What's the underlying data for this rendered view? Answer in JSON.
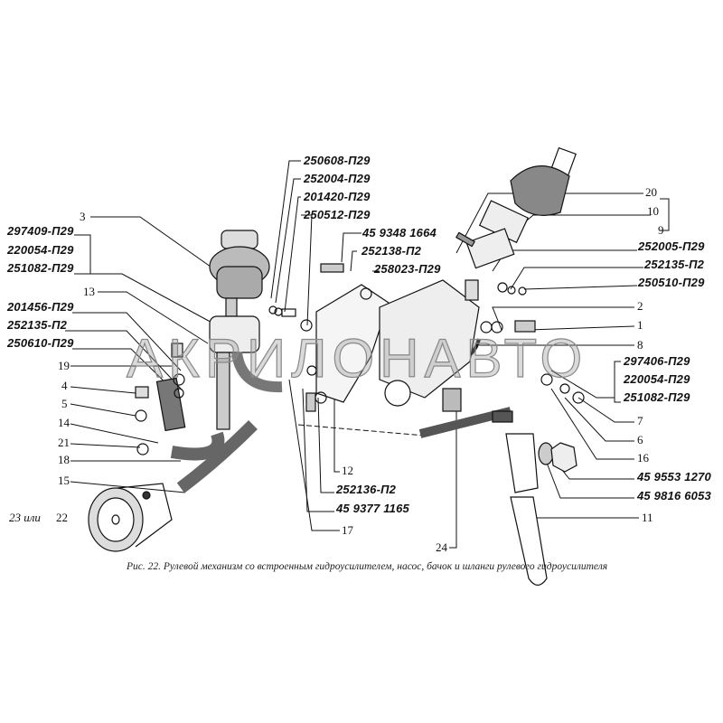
{
  "figure": {
    "caption": "Рис. 22. Рулевой механизм со встроенным гидроусилителем, насос, бачок и шланги рулевого гидроусилителя",
    "watermark": "АКРИЛОНАВТО"
  },
  "left_labels": [
    "3",
    "297409-П29",
    "220054-П29",
    "251082-П29",
    "13",
    "201456-П29",
    "252135-П2",
    "250610-П29",
    "19",
    "4",
    "5",
    "14",
    "21",
    "18",
    "15",
    "23 или",
    "22"
  ],
  "top_labels": [
    "250608-П29",
    "252004-П29",
    "201420-П29",
    "250512-П29",
    "45 9348 1664",
    "252138-П2",
    "258023-П29"
  ],
  "right_labels": [
    "20",
    "10",
    "9",
    "252005-П29",
    "252135-П2",
    "250510-П29",
    "2",
    "1",
    "8",
    "297406-П29",
    "220054-П29",
    "251082-П29",
    "7",
    "6",
    "16",
    "45 9553 1270",
    "45 9816 6053",
    "11"
  ],
  "bottom_labels": [
    "12",
    "252136-П2",
    "45 9377 1165",
    "17",
    "24"
  ]
}
